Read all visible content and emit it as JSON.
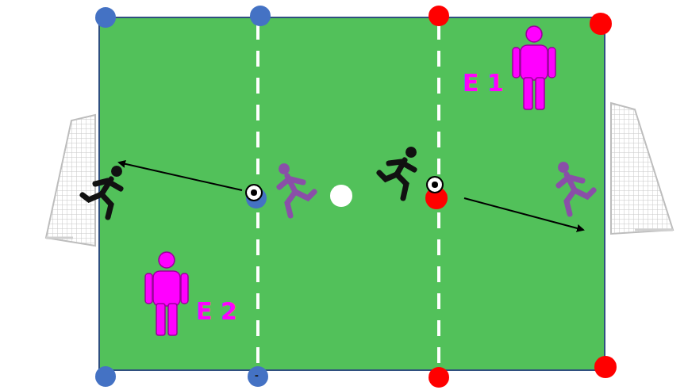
{
  "diagram": {
    "labels": [
      "E 1",
      "E 2",
      "-"
    ]
  }
}
